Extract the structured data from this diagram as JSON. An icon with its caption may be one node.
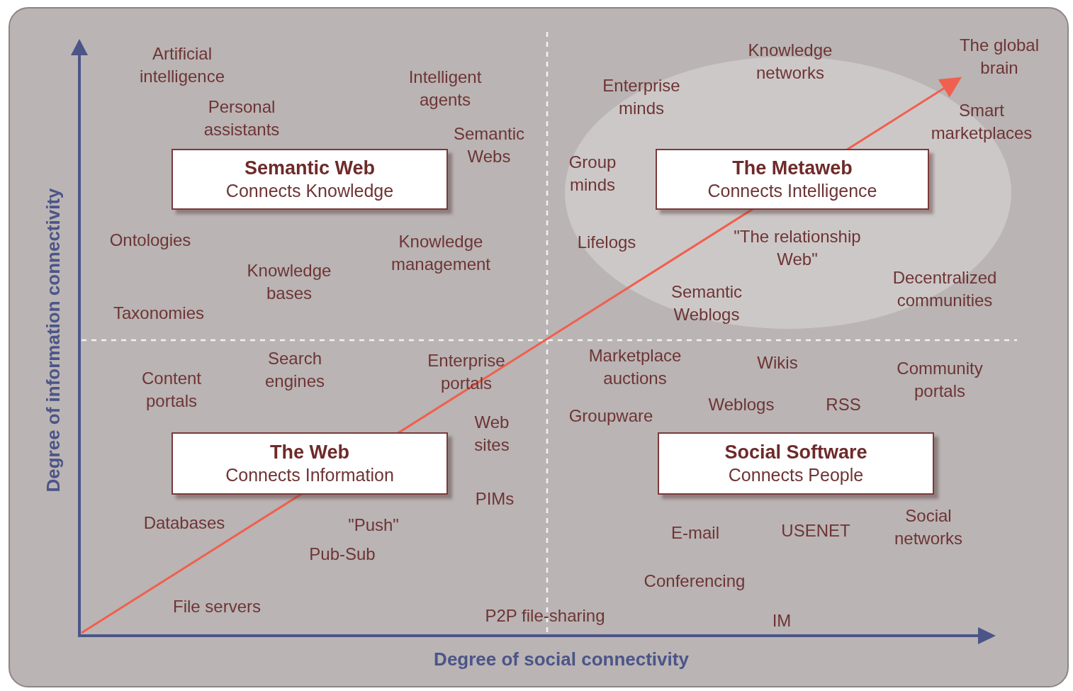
{
  "diagram": {
    "nodes": [
      {
        "text": [
          "Semantic Web",
          "Connects Knowledge"
        ]
      },
      {
        "text": [
          "The Metaweb",
          "Connects Intelligence"
        ]
      },
      {
        "text": [
          "The Web",
          "Connects Information"
        ]
      },
      {
        "text": [
          "Social Software",
          "Connects People"
        ]
      }
    ],
    "edges": [],
    "labels": [
      "Artificial intelligence",
      "Knowledge networks",
      "The global brain",
      "Intelligent agents",
      "Enterprise minds",
      "Personal assistants",
      "Smart marketplaces",
      "Semantic Webs",
      "Group minds",
      "Ontologies",
      "Knowledge management",
      "\"The relationship Web\"",
      "Lifelogs",
      "Knowledge bases",
      "Decentralized communities",
      "Semantic Weblogs",
      "Taxonomies",
      "Content portals",
      "Search engines",
      "Enterprise portals",
      "Marketplace auctions",
      "Wikis",
      "Community portals",
      "Weblogs",
      "RSS",
      "Groupware",
      "Web sites",
      "PIMs",
      "Social networks",
      "Databases",
      "\"Push\"",
      "E-mail",
      "USENET",
      "Pub-Sub",
      "Conferencing",
      "File servers",
      "P2P file-sharing",
      "IM",
      "Degree of information connectivity",
      "Degree of social connectivity"
    ]
  }
}
